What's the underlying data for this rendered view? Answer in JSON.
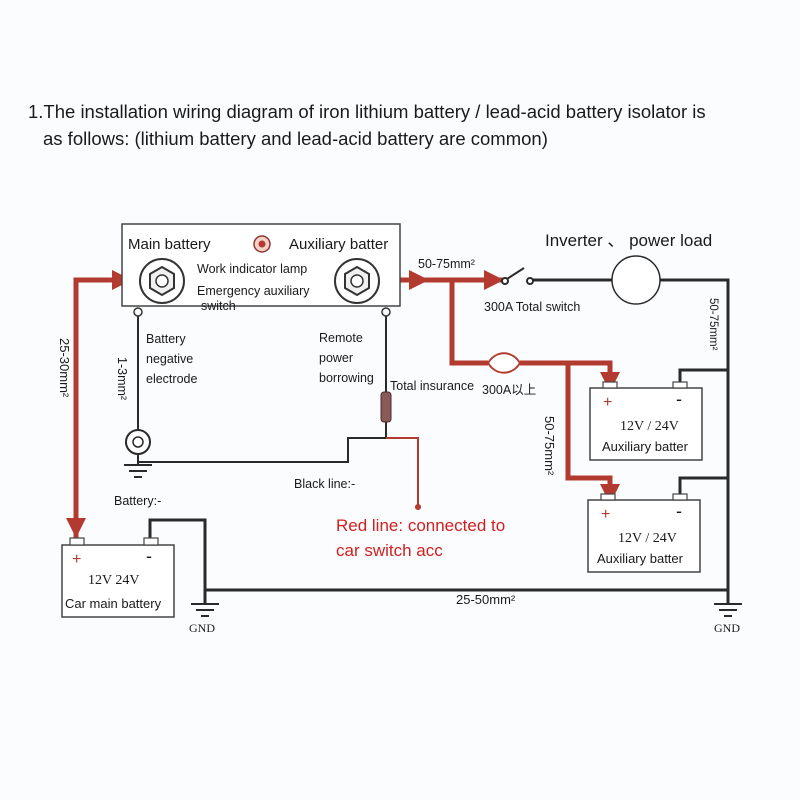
{
  "intro": {
    "line1": "1.The installation wiring diagram of iron lithium battery / lead-acid battery isolator is",
    "line2": "as follows: (lithium battery and lead-acid battery are common)"
  },
  "isolator": {
    "main_battery": "Main battery",
    "auxiliary_battery": "Auxiliary batter",
    "work_lamp": "Work indicator lamp",
    "emergency_1": "Emergency auxiliary",
    "emergency_2": "switch"
  },
  "labels": {
    "battery_neg_1": "Battery",
    "battery_neg_2": "negative",
    "battery_neg_3": "electrode",
    "remote_1": "Remote",
    "remote_2": "power",
    "remote_3": "borrowing",
    "total_insurance": "Total insurance",
    "fuse_rating": "300A以上",
    "inverter": "Inverter 、 power load",
    "total_switch": "300A Total switch",
    "battery_minus": "Battery:-",
    "black_line": "Black line:-",
    "red_line_1": "Red line: connected to",
    "red_line_2": "car switch acc"
  },
  "wires": {
    "main_positive": "25-30mm²",
    "neg_small": "1-3mm²",
    "aux_out": "50-75mm²",
    "aux_branch": "50-75mm²",
    "load_return": "50-75mm²",
    "ground_bus": "25-50mm²"
  },
  "batteries": {
    "car_main": {
      "name": "Car main battery",
      "voltage": "12V 24V",
      "plus": "+",
      "minus": "-"
    },
    "aux_top": {
      "name": "Auxiliary batter",
      "voltage": "12V / 24V",
      "plus": "+",
      "minus": "-"
    },
    "aux_bottom": {
      "name": "Auxiliary batter",
      "voltage": "12V / 24V",
      "plus": "+",
      "minus": "-"
    }
  },
  "ground": {
    "left": "GND",
    "right": "GND"
  },
  "colors": {
    "red_wire": "#b23a2e",
    "black_wire": "#2a2a2a",
    "red_text": "#d11f1f",
    "box_border": "#444444"
  }
}
